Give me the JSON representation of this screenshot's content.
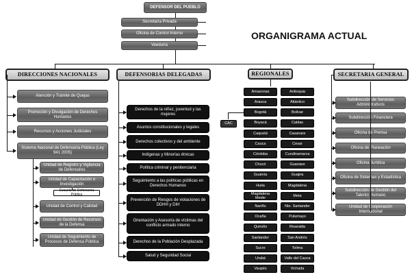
{
  "title": "ORGANIGRAMA ACTUAL",
  "top": {
    "label": "DEFENSOR DEL PUEBLO",
    "staff": [
      "Secretaría Privada",
      "Oficina de Control Interno",
      "Veeduría"
    ]
  },
  "direcciones": {
    "label": "DIRECCIONES NACIONALES",
    "items": [
      "Atención y Trámite de Quejas",
      "Promoción y Divulgación de Derechos Humanos",
      "Recursos y Acciones Judiciales",
      "Sistema Nacional de Defensoría Pública (Ley 941 2005)"
    ],
    "sub_items": [
      "Unidad de Registro y Vigilancia de Defensores",
      "Unidad de Capacitación e Investigación",
      "Unidad de Control y Calidad",
      "Unidad de Gestión de Recursos de la Defensa",
      "Unidad de Seguimiento de Procesos de Defensa Pública"
    ],
    "escuela": "Escuela de Defensoría Pública"
  },
  "defensorias": {
    "label": "DEFENSORIAS DELEGADAS",
    "items": [
      "Derechos de la niñez, juventud y las mujeres",
      "Asuntos constitucionales y legales",
      "Derechos colectivos y del ambiente",
      "Indígenas y Minorías étnicas",
      "Política criminal y penitenciaria",
      "Seguimiento a las políticas públicas en Derechos Humanos",
      "Prevención de Riesgos de violaciones de DDHH y DIH",
      "Orientación y Asesoría de víctimas del conflicto armado interno",
      "Derechos de la Población Desplazada",
      "Salud y Seguridad Social"
    ]
  },
  "regionales": {
    "label": "REGIONALES",
    "cac": "CAC",
    "left": [
      "Amazonas",
      "Arauca",
      "Bogotá",
      "Boyacá",
      "Caquetá",
      "Cauca",
      "Córdoba",
      "Chocó",
      "Guainía",
      "Huila",
      "Magdalena Medio",
      "Nariño",
      "Ocaña",
      "Quindío",
      "Santander",
      "Sucre",
      "Urabá",
      "Vaupés"
    ],
    "right": [
      "Antioquia",
      "Atlántico",
      "Bolívar",
      "Caldas",
      "Casanare",
      "Cesar",
      "Cundinamarca",
      "Guaviare",
      "Guajira",
      "Magdalena",
      "Meta",
      "Nte. Santander",
      "Putumayo",
      "Risaralda",
      "San Andrés",
      "Tolima",
      "Valle del Cauca",
      "Vichada"
    ]
  },
  "secretaria": {
    "label": "SECRETARIA GENERAL",
    "items": [
      "Subdirección de Servicios Administrativos",
      "Subdirección Financiera",
      "Oficina de Prensa",
      "Oficina de Planeación",
      "Oficina Jurídica",
      "Oficina de Sistemas y Estadística",
      "Subdirección de Gestión del Talento Humano",
      "Unidad de Cooperación Internacional"
    ]
  }
}
